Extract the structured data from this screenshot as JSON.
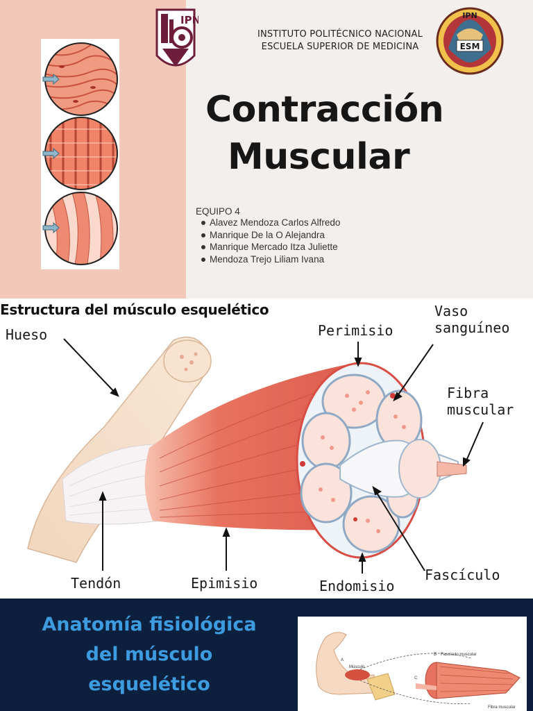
{
  "header": {
    "institute": "INSTITUTO POLITÉCNICO NACIONAL",
    "school": "ESCUELA SUPERIOR DE MEDICINA",
    "ipn_logo_text": "IPN",
    "esm_logo_top": "IPN",
    "esm_logo_text": "ESM"
  },
  "title": {
    "line1": "Contracción",
    "line2": "Muscular"
  },
  "team": {
    "label": "EQUIPO 4",
    "members": [
      "Alavez Mendoza Carlos Alfredo",
      "Manrique De la O Alejandra",
      "Manrique Mercado Itza Juliette",
      "Mendoza Trejo Liliam Ivana"
    ]
  },
  "diagram": {
    "title": "Estructura del músculo esquelético",
    "labels": {
      "hueso": "Hueso",
      "perimisio": "Perimisio",
      "vaso_1": "Vaso",
      "vaso_2": "sanguíneo",
      "fibra_1": "Fibra",
      "fibra_2": "muscular",
      "tendon": "Tendón",
      "epimisio": "Epimisio",
      "endomisio": "Endomisio",
      "fasciculo": "Fascículo"
    }
  },
  "bottom": {
    "title_lines": [
      "Anatomía fisiológica",
      "del músculo",
      "esquelético"
    ],
    "thumb_labels": {
      "a": "A",
      "b": "B",
      "c": "C",
      "musculo": "Músculo",
      "fasciculo": "Fascículo muscular",
      "fibra": "Fibra muscular"
    }
  },
  "colors": {
    "peach": "#f2c9b8",
    "slide_bg": "#f3efed",
    "navy": "#0c1f3d",
    "accent_blue": "#3d9be0",
    "muscle": "#e4725d",
    "ipn_maroon": "#6e1e3a"
  }
}
